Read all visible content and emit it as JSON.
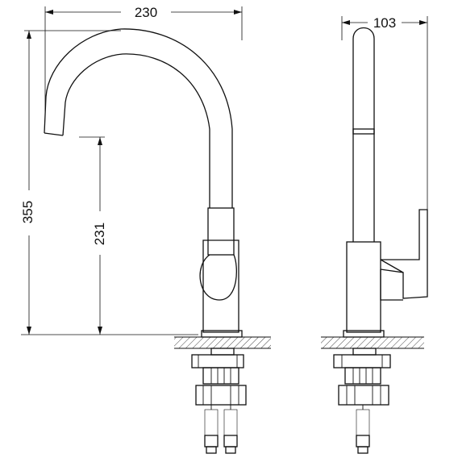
{
  "dimensions": {
    "front_width": "230",
    "side_width": "103",
    "total_height": "355",
    "spout_height": "231"
  }
}
